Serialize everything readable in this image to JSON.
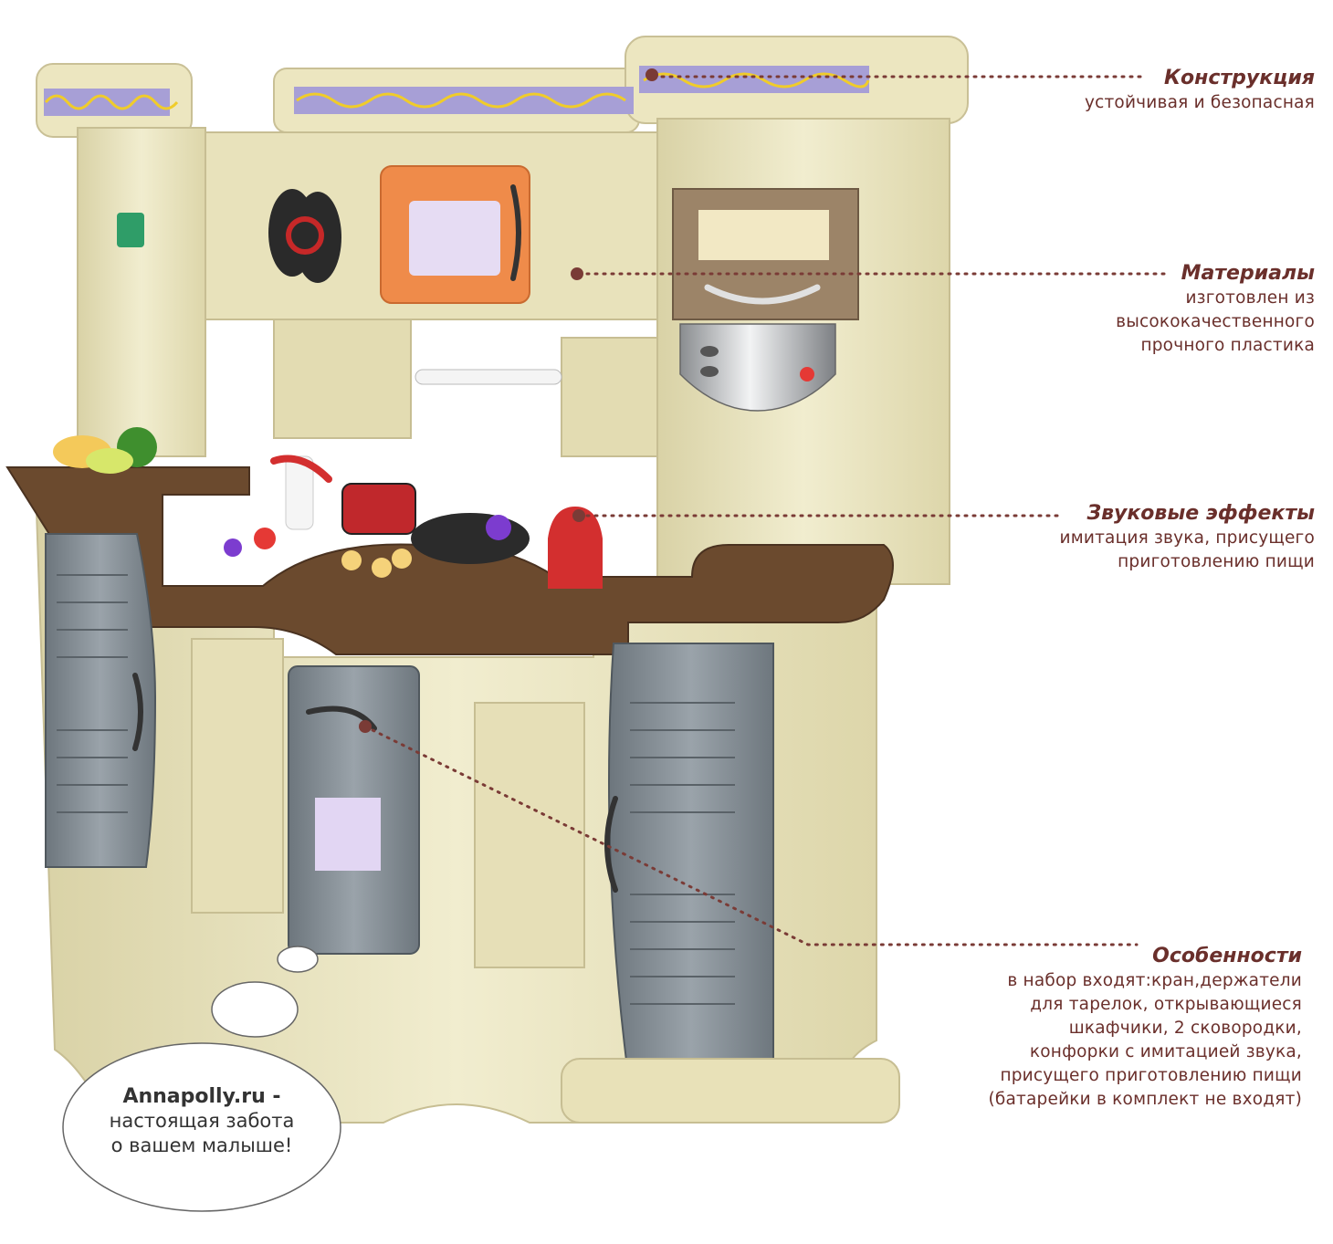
{
  "colors": {
    "accent": "#7a3b36",
    "leader_dot": "#7a3b36",
    "title": "#6a2f2b",
    "description": "#6a2f2b",
    "bubble_text": "#333333"
  },
  "callouts": [
    {
      "title": "Конструкция",
      "description": "устойчивая и безопасная"
    },
    {
      "title": "Материалы",
      "description": "изготовлен из\nвысококачественного\nпрочного пластика"
    },
    {
      "title": "Звуковые эффекты",
      "description": "имитация звука, присущего\nприготовлению пищи"
    },
    {
      "title": "Особенности",
      "description": "в набор входят:кран,держатели\nдля тарелок, открывающиеся\nшкафчики, 2 сковородки,\nконфорки с имитацией звука,\nприсущего приготовлению пищи\n(батарейки в комплект не входят)"
    }
  ],
  "bubble": {
    "brand": "Annapolly.ru -",
    "slogan": "настоящая забота\nо вашем малыше!"
  }
}
